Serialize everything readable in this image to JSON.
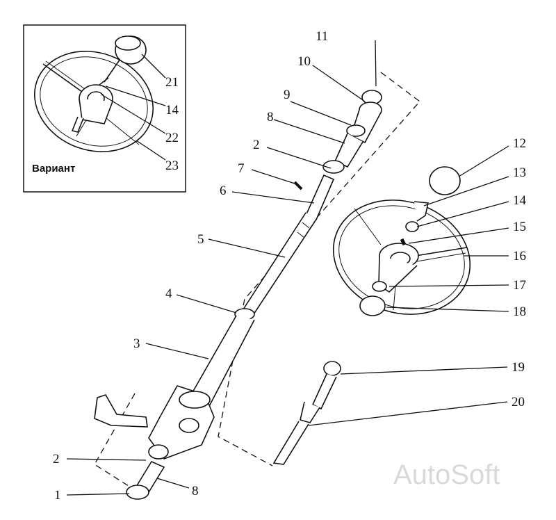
{
  "inset": {
    "title": "Вариант"
  },
  "labels": [
    "1",
    "2",
    "2",
    "3",
    "4",
    "5",
    "6",
    "7",
    "8",
    "8",
    "9",
    "10",
    "11",
    "12",
    "13",
    "14",
    "14",
    "15",
    "16",
    "17",
    "18",
    "19",
    "20",
    "21",
    "22",
    "23"
  ],
  "watermark": "AutoSoft"
}
